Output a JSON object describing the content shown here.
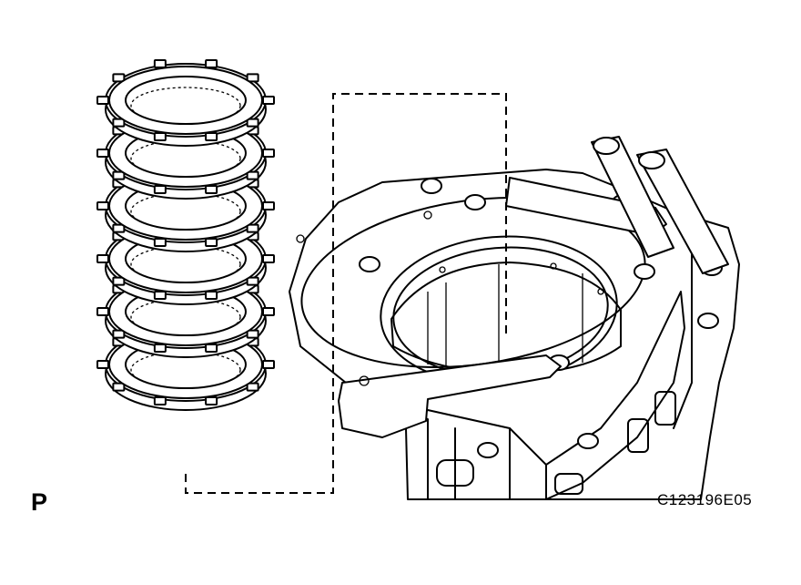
{
  "figure": {
    "view_letter": "P",
    "figure_code": "C123196E05"
  },
  "parts": {
    "disc_stack": {
      "plate_count": 6
    }
  }
}
